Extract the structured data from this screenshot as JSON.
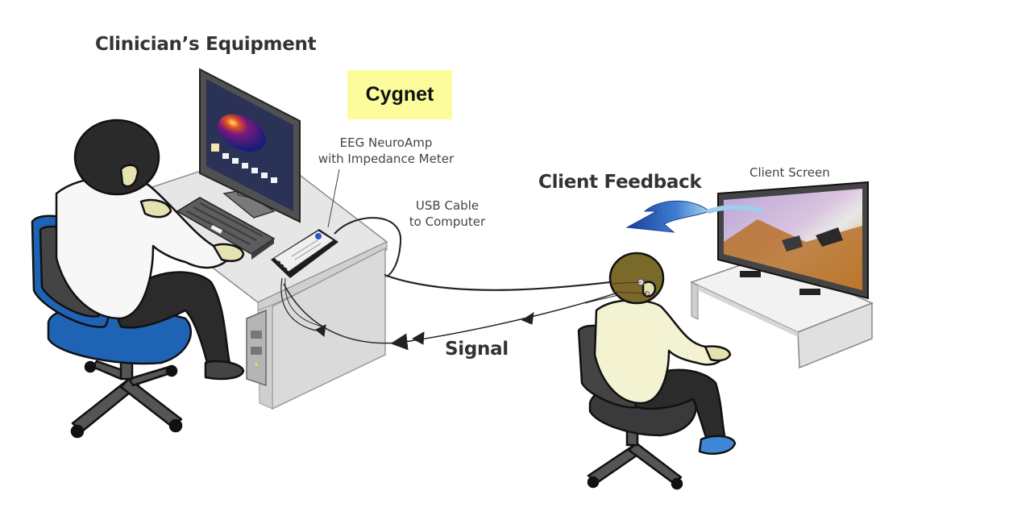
{
  "labels": {
    "clinician_equipment": "Clinician’s Equipment",
    "cygnet": "Cygnet",
    "neuroamp_line1": "EEG NeuroAmp",
    "neuroamp_line2": "with Impedance Meter",
    "usb_line1": "USB Cable",
    "usb_line2": "to Computer",
    "client_feedback": "Client Feedback",
    "client_screen": "Client Screen",
    "signal": "Signal"
  },
  "colors": {
    "cygnet_highlight": "#fcfc9c",
    "clinician_chair": "#1e63b4",
    "feedback_arrow": "#2a5fb8",
    "client_shoe": "#3f86d6",
    "skin": "#e4e2b0",
    "client_shirt": "#f3f3d2"
  }
}
